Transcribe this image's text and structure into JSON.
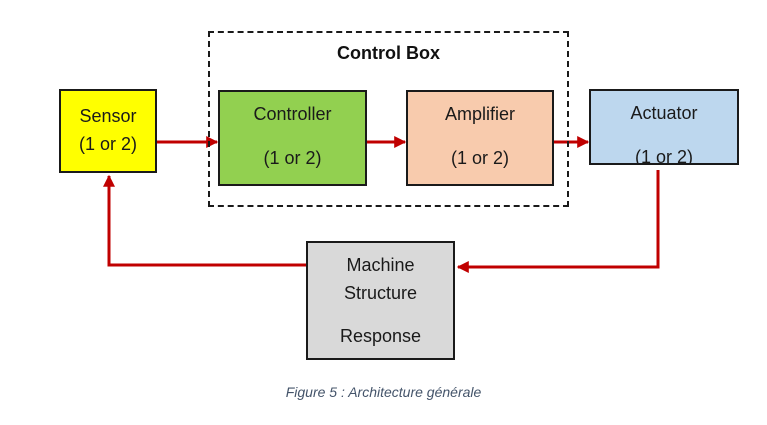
{
  "group": {
    "title": "Control Box"
  },
  "nodes": {
    "sensor": {
      "line1": "Sensor",
      "line2": "(1 or 2)"
    },
    "controller": {
      "line1": "Controller",
      "line2": "(1 or 2)"
    },
    "amplifier": {
      "line1": "Amplifier",
      "line2": "(1 or 2)"
    },
    "actuator": {
      "line1": "Actuator",
      "line2": "(1 or 2)"
    },
    "machine": {
      "line1": "Machine",
      "line2": "Structure",
      "line3": "Response"
    }
  },
  "caption": "Figure 5 : Architecture générale",
  "colors": {
    "arrow": "#c00000",
    "sensor": "#ffff00",
    "controller": "#92d050",
    "amplifier": "#f8cbad",
    "actuator": "#bdd7ee",
    "machine": "#d9d9d9"
  }
}
